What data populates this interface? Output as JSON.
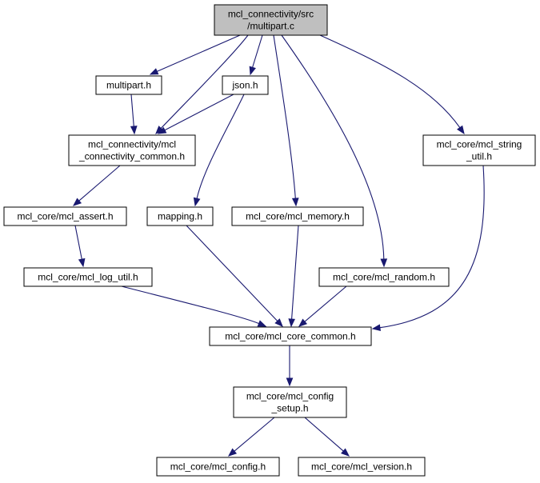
{
  "diagram": {
    "colors": {
      "edge": "#191970",
      "root_fill": "#bfbfbf",
      "node_fill": "#ffffff",
      "border": "#000000"
    },
    "nodes": [
      {
        "id": "multipart_c",
        "lines": [
          "mcl_connectivity/src",
          "/multipart.c"
        ],
        "root": true
      },
      {
        "id": "multipart_h",
        "lines": [
          "multipart.h"
        ]
      },
      {
        "id": "json_h",
        "lines": [
          "json.h"
        ]
      },
      {
        "id": "conn_common_h",
        "lines": [
          "mcl_connectivity/mcl",
          "_connectivity_common.h"
        ]
      },
      {
        "id": "string_util_h",
        "lines": [
          "mcl_core/mcl_string",
          "_util.h"
        ]
      },
      {
        "id": "assert_h",
        "lines": [
          "mcl_core/mcl_assert.h"
        ]
      },
      {
        "id": "mapping_h",
        "lines": [
          "mapping.h"
        ]
      },
      {
        "id": "memory_h",
        "lines": [
          "mcl_core/mcl_memory.h"
        ]
      },
      {
        "id": "log_util_h",
        "lines": [
          "mcl_core/mcl_log_util.h"
        ]
      },
      {
        "id": "random_h",
        "lines": [
          "mcl_core/mcl_random.h"
        ]
      },
      {
        "id": "core_common_h",
        "lines": [
          "mcl_core/mcl_core_common.h"
        ]
      },
      {
        "id": "config_setup_h",
        "lines": [
          "mcl_core/mcl_config",
          "_setup.h"
        ]
      },
      {
        "id": "config_h",
        "lines": [
          "mcl_core/mcl_config.h"
        ]
      },
      {
        "id": "version_h",
        "lines": [
          "mcl_core/mcl_version.h"
        ]
      }
    ],
    "edges": [
      {
        "from": "multipart_c",
        "to": "multipart_h"
      },
      {
        "from": "multipart_c",
        "to": "conn_common_h"
      },
      {
        "from": "multipart_c",
        "to": "json_h"
      },
      {
        "from": "multipart_c",
        "to": "memory_h"
      },
      {
        "from": "multipart_c",
        "to": "random_h"
      },
      {
        "from": "multipart_c",
        "to": "string_util_h"
      },
      {
        "from": "multipart_h",
        "to": "conn_common_h"
      },
      {
        "from": "json_h",
        "to": "conn_common_h"
      },
      {
        "from": "json_h",
        "to": "mapping_h"
      },
      {
        "from": "conn_common_h",
        "to": "assert_h"
      },
      {
        "from": "assert_h",
        "to": "log_util_h"
      },
      {
        "from": "log_util_h",
        "to": "core_common_h"
      },
      {
        "from": "mapping_h",
        "to": "core_common_h"
      },
      {
        "from": "memory_h",
        "to": "core_common_h"
      },
      {
        "from": "random_h",
        "to": "core_common_h"
      },
      {
        "from": "string_util_h",
        "to": "core_common_h"
      },
      {
        "from": "core_common_h",
        "to": "config_setup_h"
      },
      {
        "from": "config_setup_h",
        "to": "config_h"
      },
      {
        "from": "config_setup_h",
        "to": "version_h"
      }
    ]
  }
}
